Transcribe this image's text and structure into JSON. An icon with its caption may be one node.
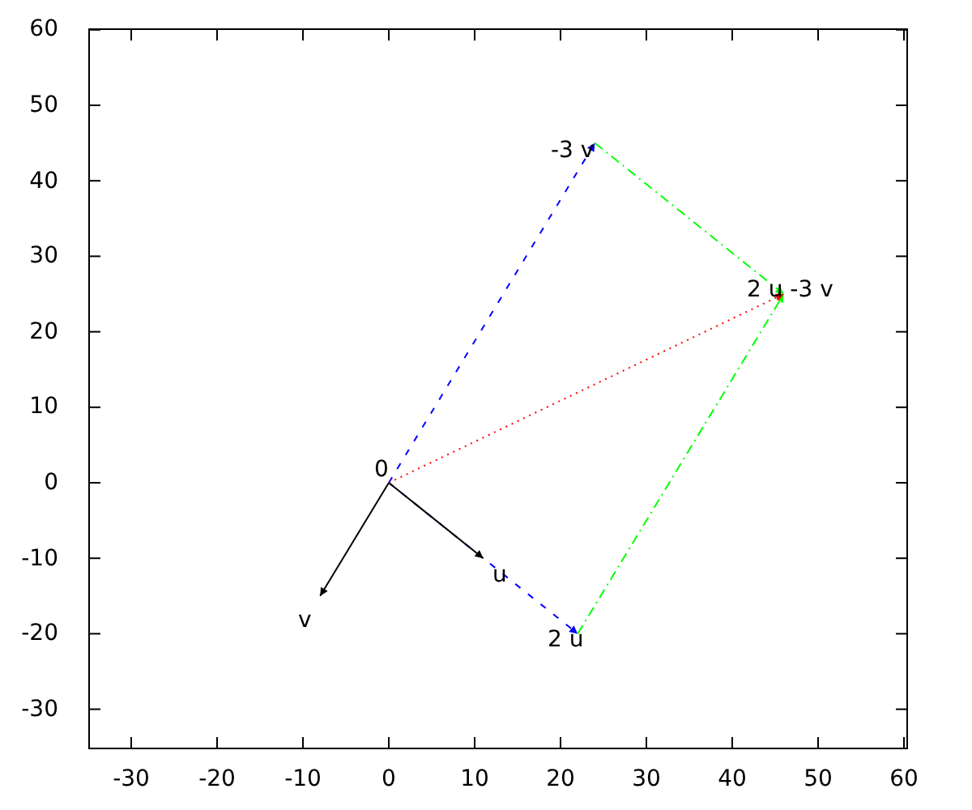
{
  "diagram": {
    "nodes": [
      {
        "text": [
          "0"
        ]
      },
      {
        "text": [
          "u"
        ]
      },
      {
        "text": [
          "v"
        ]
      },
      {
        "text": [
          "2 u"
        ]
      },
      {
        "text": [
          "-3 v"
        ]
      },
      {
        "text": [
          "2 u -3 v"
        ]
      }
    ],
    "edges": [
      {
        "from": 0,
        "to": 3,
        "arrow": "to",
        "style": "dashed",
        "color": "#0000ff"
      },
      {
        "from": 0,
        "to": 1,
        "arrow": "to",
        "color": "#000000"
      },
      {
        "from": 0,
        "to": 2,
        "arrow": "to",
        "color": "#000000"
      },
      {
        "from": 0,
        "to": 4,
        "arrow": "to",
        "style": "dashed",
        "color": "#0000ff"
      },
      {
        "from": 3,
        "to": 5,
        "arrow": "to",
        "style": "dashed",
        "color": "#00ff00"
      },
      {
        "from": 4,
        "to": 5,
        "arrow": "to",
        "style": "dashed",
        "color": "#00ff00"
      },
      {
        "from": 0,
        "to": 5,
        "arrow": "to",
        "style": "dashed",
        "color": "#ff0000"
      }
    ],
    "labels": [
      "60",
      "50",
      "40",
      "30",
      "20",
      "10",
      "0",
      "-10",
      "-20",
      "-30",
      "-30",
      "-20",
      "-10",
      "0",
      "10",
      "20",
      "30",
      "40",
      "50",
      "60"
    ]
  }
}
